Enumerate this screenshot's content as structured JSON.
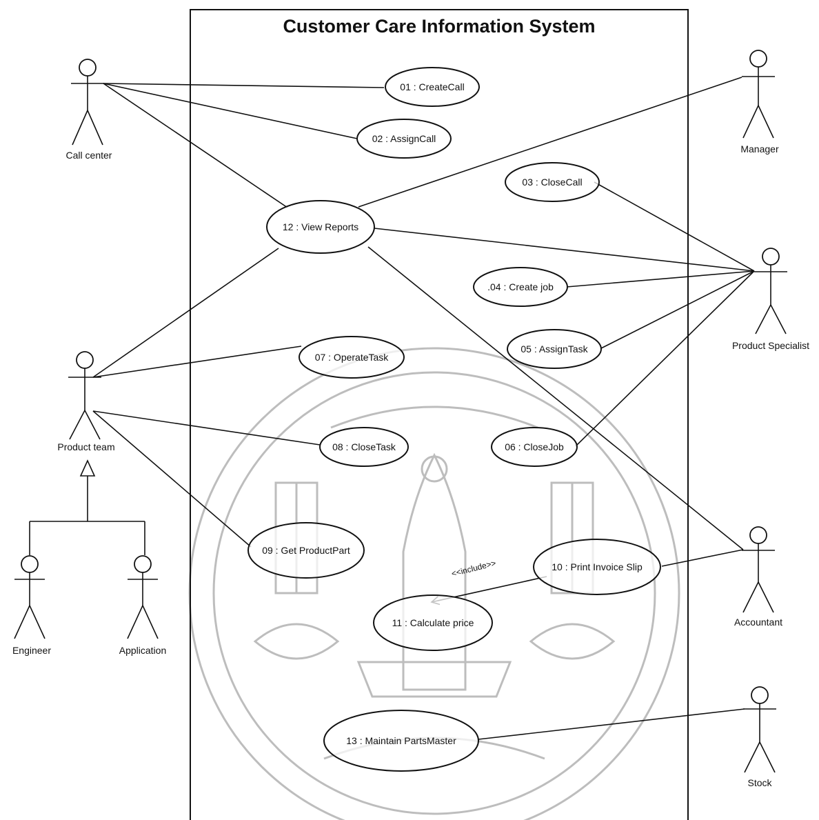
{
  "system": {
    "title": "Customer Care Information System"
  },
  "use_cases": [
    {
      "id": "uc01",
      "label": "01 : CreateCall"
    },
    {
      "id": "uc02",
      "label": "02 : AssignCall"
    },
    {
      "id": "uc03",
      "label": "03 : CloseCall"
    },
    {
      "id": "uc04",
      "label": ".04 : Create job"
    },
    {
      "id": "uc05",
      "label": "05 : AssignTask"
    },
    {
      "id": "uc06",
      "label": "06 : CloseJob"
    },
    {
      "id": "uc07",
      "label": "07 : OperateTask"
    },
    {
      "id": "uc08",
      "label": "08 : CloseTask"
    },
    {
      "id": "uc09",
      "label": "09 : Get ProductPart"
    },
    {
      "id": "uc10",
      "label": "10 : Print Invoice Slip"
    },
    {
      "id": "uc11",
      "label": "11 : Calculate price"
    },
    {
      "id": "uc12",
      "label": "12 : View Reports"
    },
    {
      "id": "uc13",
      "label": "13 : Maintain PartsMaster"
    }
  ],
  "actors": [
    {
      "id": "call_center",
      "label": "Call center"
    },
    {
      "id": "manager",
      "label": "Manager"
    },
    {
      "id": "product_specialist",
      "label": "Product Specialist"
    },
    {
      "id": "product_team",
      "label": "Product team"
    },
    {
      "id": "engineer",
      "label": "Engineer"
    },
    {
      "id": "application",
      "label": "Application"
    },
    {
      "id": "accountant",
      "label": "Accountant"
    },
    {
      "id": "stock",
      "label": "Stock"
    }
  ],
  "relations": {
    "include_label": "<<include>>",
    "associations": [
      [
        "call_center",
        "uc01"
      ],
      [
        "call_center",
        "uc02"
      ],
      [
        "call_center",
        "uc12"
      ],
      [
        "manager",
        "uc12"
      ],
      [
        "product_specialist",
        "uc03"
      ],
      [
        "product_specialist",
        "uc12"
      ],
      [
        "product_specialist",
        "uc04"
      ],
      [
        "product_specialist",
        "uc05"
      ],
      [
        "product_specialist",
        "uc06"
      ],
      [
        "product_team",
        "uc12"
      ],
      [
        "product_team",
        "uc07"
      ],
      [
        "product_team",
        "uc08"
      ],
      [
        "product_team",
        "uc09"
      ],
      [
        "accountant",
        "uc12"
      ],
      [
        "accountant",
        "uc10"
      ],
      [
        "stock",
        "uc13"
      ]
    ],
    "include": [
      [
        "uc10",
        "uc11"
      ]
    ],
    "generalization": [
      [
        "engineer",
        "product_team"
      ],
      [
        "application",
        "product_team"
      ]
    ]
  },
  "watermark": {
    "kind": "university seal",
    "color": "#bdbdbd"
  }
}
